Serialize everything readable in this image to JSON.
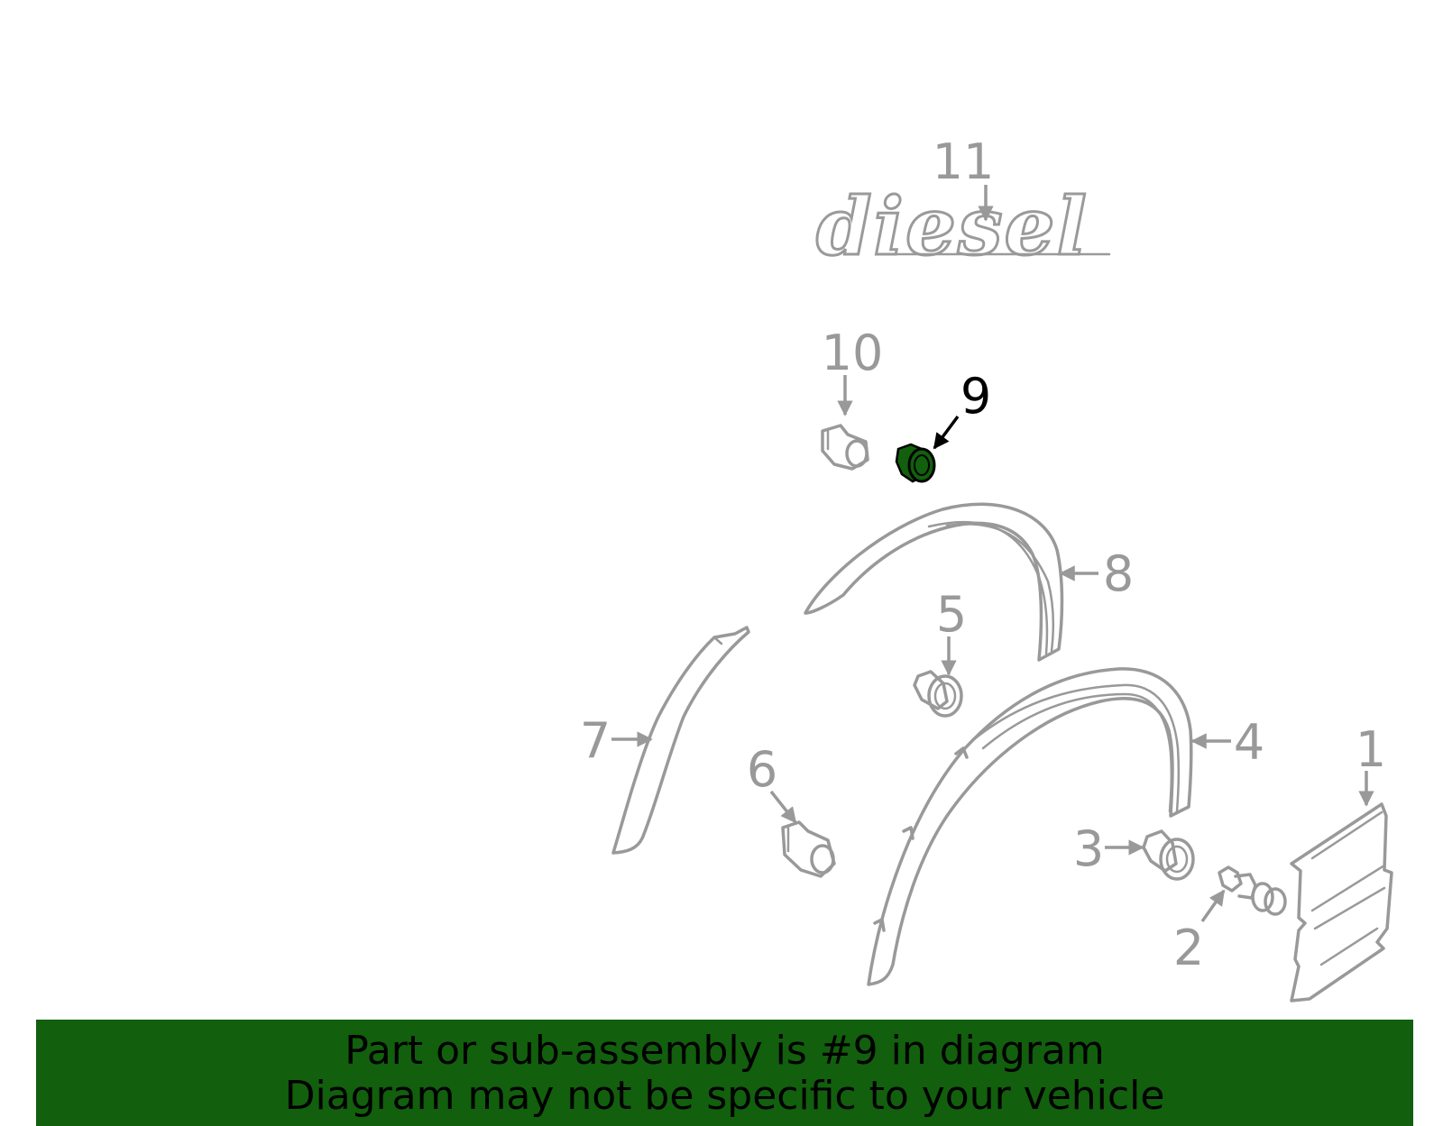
{
  "highlight_color": "#125f0d",
  "selected_part": "9",
  "callouts": {
    "c1": "1",
    "c2": "2",
    "c3": "3",
    "c4": "4",
    "c5": "5",
    "c6": "6",
    "c7": "7",
    "c8": "8",
    "c9": "9",
    "c10": "10",
    "c11": "11"
  },
  "emblem_text": "diesel",
  "banner": {
    "line1": "Part or sub-assembly is #9 in diagram",
    "line2": "Diagram may not be specific to your vehicle"
  }
}
